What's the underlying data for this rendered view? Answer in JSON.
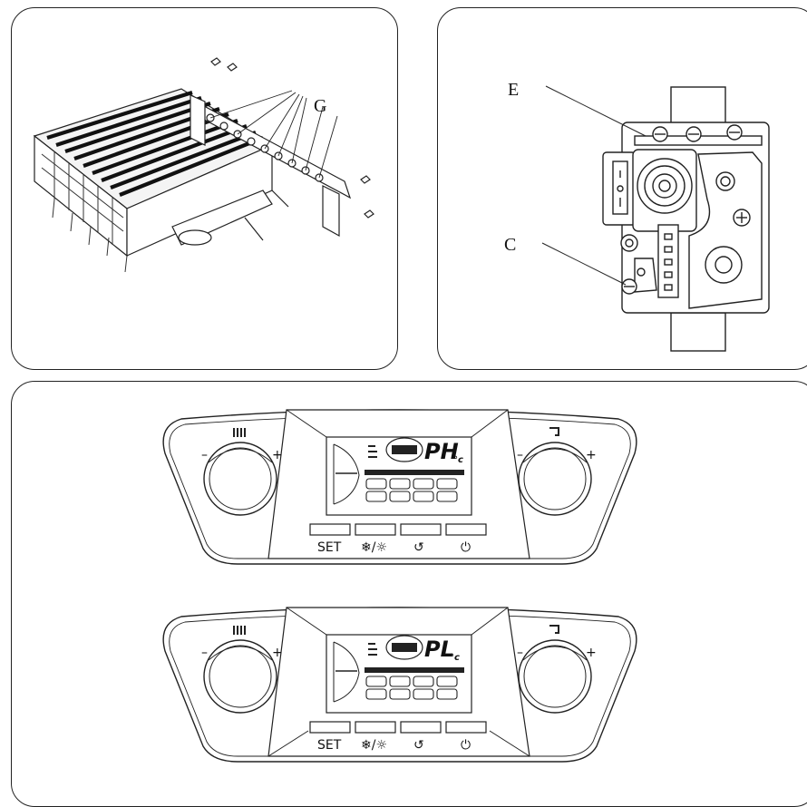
{
  "figure": {
    "burner": {
      "label_g": "G"
    },
    "gas_valve": {
      "label_e": "E",
      "label_c": "C"
    },
    "control_panels": [
      {
        "display_code": "PH",
        "display_unit": "°c",
        "buttons": [
          "SET",
          "❄/☼",
          "↺",
          "⏻"
        ],
        "left_knob_icon": "radiator-icon",
        "right_knob_icon": "tap-icon"
      },
      {
        "display_code": "PL",
        "display_unit": "°c",
        "buttons": [
          "SET",
          "❄/☼",
          "↺",
          "⏻"
        ],
        "left_knob_icon": "radiator-icon",
        "right_knob_icon": "tap-icon"
      }
    ]
  }
}
